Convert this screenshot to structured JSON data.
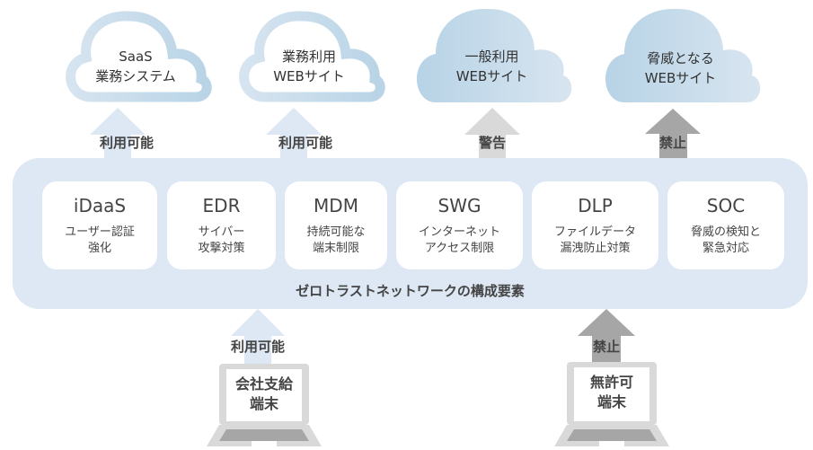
{
  "clouds": [
    {
      "line1": "SaaS",
      "line2": "業務システム",
      "style": "outline"
    },
    {
      "line1": "業務利用",
      "line2": "WEBサイト",
      "style": "outline"
    },
    {
      "line1": "一般利用",
      "line2": "WEBサイト",
      "style": "filled"
    },
    {
      "line1": "脅威となる",
      "line2": "WEBサイト",
      "style": "filled"
    }
  ],
  "top_arrows": [
    {
      "label": "利用可能",
      "color": "#dde8f4"
    },
    {
      "label": "利用可能",
      "color": "#dde8f4"
    },
    {
      "label": "警告",
      "color": "#d9d9d9"
    },
    {
      "label": "禁止",
      "color": "#a6a6a6"
    }
  ],
  "components": [
    {
      "title": "iDaaS",
      "desc1": "ユーザー認証",
      "desc2": "強化"
    },
    {
      "title": "EDR",
      "desc1": "サイバー",
      "desc2": "攻撃対策"
    },
    {
      "title": "MDM",
      "desc1": "持続可能な",
      "desc2": "端末制限"
    },
    {
      "title": "SWG",
      "desc1": "インターネット",
      "desc2": "アクセス制限"
    },
    {
      "title": "DLP",
      "desc1": "ファイルデータ",
      "desc2": "漏洩防止対策"
    },
    {
      "title": "SOC",
      "desc1": "脅威の検知と",
      "desc2": "緊急対応"
    }
  ],
  "band_caption": "ゼロトラストネットワークの構成要素",
  "devices": [
    {
      "line1": "会社支給",
      "line2": "端末",
      "arrow_label": "利用可能",
      "arrow_color": "#dde8f4"
    },
    {
      "line1": "無許可",
      "line2": "端末",
      "arrow_label": "禁止",
      "arrow_color": "#a6a6a6"
    }
  ],
  "colors": {
    "band": "#dde8f4",
    "cloud_outline": "#cfe0ee",
    "cloud_fill_light": "#b7d3e6",
    "cloud_fill_dark": "#d4e3ef",
    "warn_arrow": "#d9d9d9",
    "block_arrow": "#a6a6a6",
    "laptop": "#d9d9d9",
    "laptop_keys": "#a6a6a6"
  }
}
